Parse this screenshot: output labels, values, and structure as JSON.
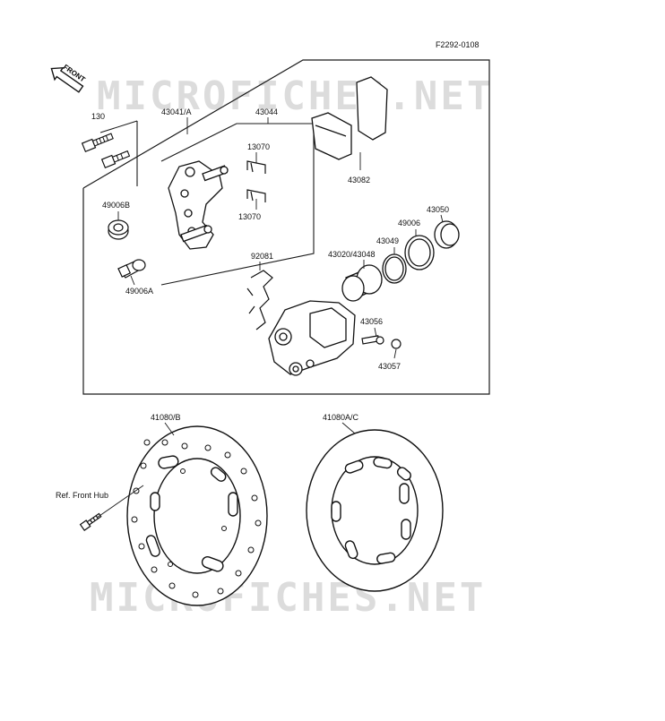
{
  "figure_code": "F2292-0108",
  "front_badge": "FRONT",
  "watermark": "MICROFICHES.NET",
  "parts": {
    "p130": "130",
    "p43041": "43041/A",
    "p43044": "43044",
    "p13070a": "13070",
    "p13070b": "13070",
    "p49006b": "49006B",
    "p49006a": "49006A",
    "p43082": "43082",
    "p92081": "92081",
    "p43020": "43020/43048",
    "p43049": "43049",
    "p49006": "49006",
    "p43050": "43050",
    "p43056": "43056",
    "p43057": "43057",
    "p41080b": "41080/B",
    "p41080ac": "41080A/C",
    "ref_front_hub": "Ref. Front Hub"
  },
  "colors": {
    "line": "#1a1a1a",
    "watermark": "#dcdcdc"
  }
}
